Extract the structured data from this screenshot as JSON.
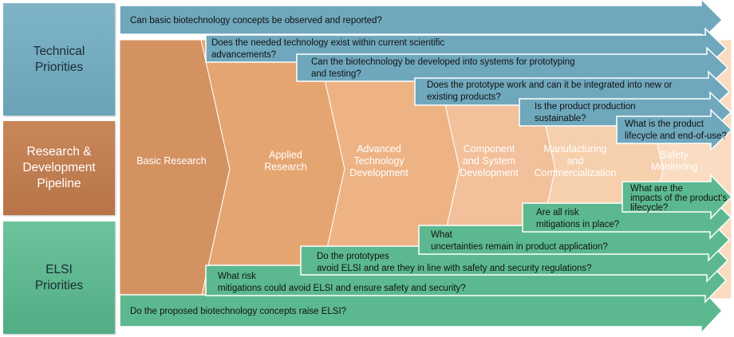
{
  "side_labels": {
    "technical": "Technical\nPriorities",
    "pipeline": "Research &\nDevelopment\nPipeline",
    "elsi": "ELSI\nPriorities"
  },
  "stages": [
    {
      "label": "Basic Research",
      "color": "#d39260"
    },
    {
      "label": "Applied\nResearch",
      "color": "#e5a571"
    },
    {
      "label": "Advanced\nTechnology\nDevelopment",
      "color": "#eeb384"
    },
    {
      "label": "Component\nand System\nDevelopment",
      "color": "#f2c09a"
    },
    {
      "label": "Manufacturing\nand\nCommercialization",
      "color": "#f6cfad"
    },
    {
      "label": "Safety\nMonitoring",
      "color": "#f9dcc1"
    }
  ],
  "technical_questions": [
    "Can basic biotechnology concepts be observed and reported?",
    "Does the needed technology exist within current scientific\nadvancements?",
    "Can the biotechnology be developed into systems for prototyping\nand testing?",
    "Does the prototype work and can it be integrated into new or\nexisting products?",
    "Is the product production\nsustainable?",
    "What is the product\nlifecycle and end-of-use?"
  ],
  "elsi_questions": [
    "What are the\nimpacts of the product's\nlifecycle?",
    "Are all risk\nmitigations in place?",
    "What\nuncertainties remain in product application?",
    "Do the prototypes\navoid ELSI and are they in line with safety and security regulations?",
    "What risk\nmitigations could avoid ELSI and ensure safety and security?",
    "Do the proposed biotechnology concepts raise ELSI?"
  ],
  "colors": {
    "technical_arrow": "#6fa8bd",
    "technical_arrow_border": "#ffffff",
    "elsi_arrow": "#5cb98f",
    "elsi_arrow_border": "#ffffff"
  }
}
